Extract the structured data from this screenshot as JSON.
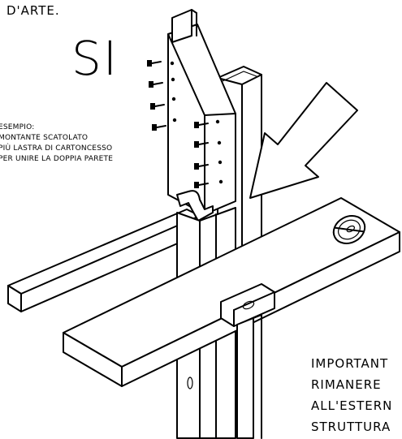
{
  "header_fragment": "D'ARTE.",
  "verdict": "SI",
  "example_note": {
    "line1": "ESEMPIO:",
    "line2": "MONTANTE SCATOLATO",
    "line3": "PIÙ LASTRA DI CARTONCESSO",
    "line4": "PER UNIRE LA DOPPIA PARETE"
  },
  "important_note": {
    "line1": "IMPORTANT",
    "line2": "RIMANERE",
    "line3": "ALL'ESTERN",
    "line4": "STRUTTURA"
  },
  "icons": {
    "arrow": "large-outline-arrow-icon",
    "screws": "screw-icon",
    "level": "spirit-level-icon"
  }
}
